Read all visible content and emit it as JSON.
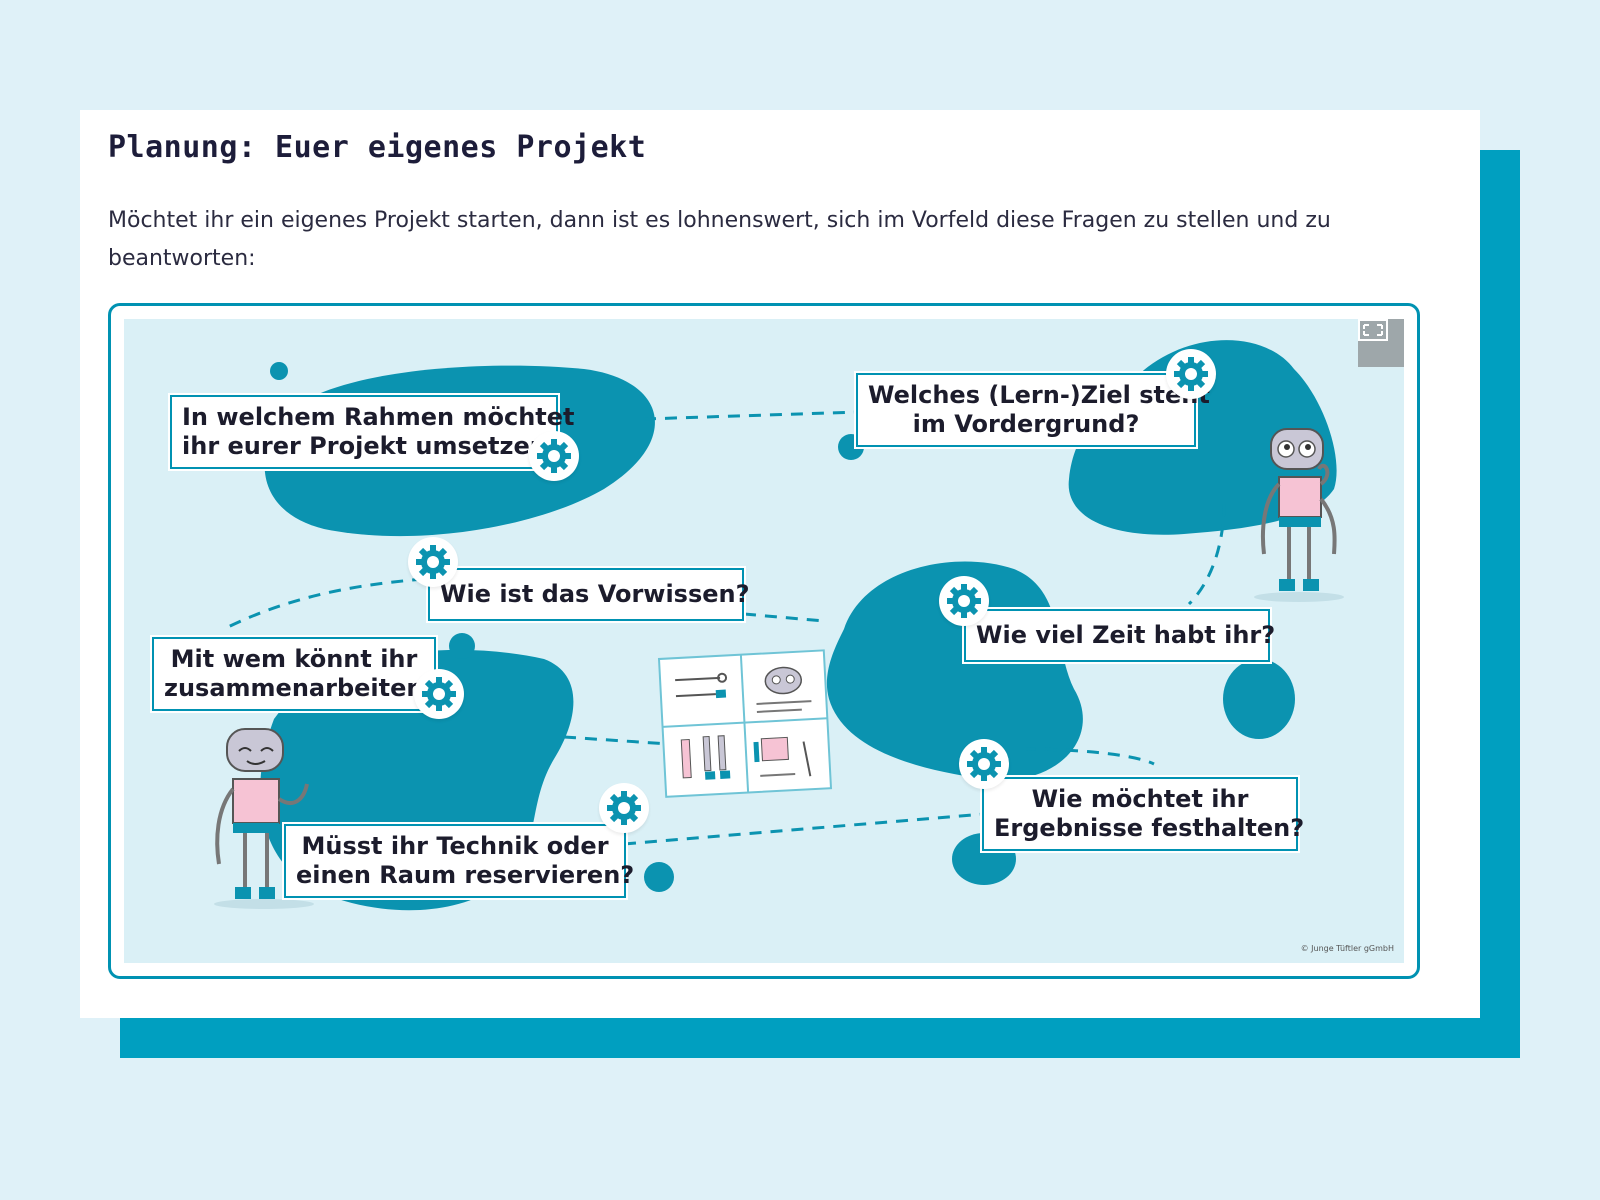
{
  "card": {
    "title": "Planung: Euer eigenes Projekt",
    "intro": "Möchtet ihr ein eigenes Projekt starten, dann ist es lohnenswert, sich im Vorfeld diese Fragen zu stellen und zu beantworten:"
  },
  "illustration": {
    "fullscreen_icon": "fullscreen-icon",
    "questions": [
      {
        "l1": "In welchem Rahmen möchtet",
        "l2": "ihr eurer Projekt umsetzen?"
      },
      {
        "l1": "Welches (Lern-)Ziel steht",
        "l2": "im Vordergrund?"
      },
      {
        "l1": "Wie ist das Vorwissen?",
        "l2": ""
      },
      {
        "l1": "Mit wem könnt ihr",
        "l2": "zusammenarbeiten?"
      },
      {
        "l1": "Wie viel Zeit habt ihr?",
        "l2": ""
      },
      {
        "l1": "Wie möchtet ihr",
        "l2": "Ergebnisse festhalten?"
      },
      {
        "l1": "Müsst ihr Technik oder",
        "l2": "einen Raum reservieren?"
      }
    ],
    "copyright": "© Junge Tüftler gGmbH",
    "colors": {
      "accent": "#0092b2",
      "blob": "#0b93b0",
      "bg": "#daf0f6",
      "robot_pink": "#f6c3d4"
    }
  }
}
